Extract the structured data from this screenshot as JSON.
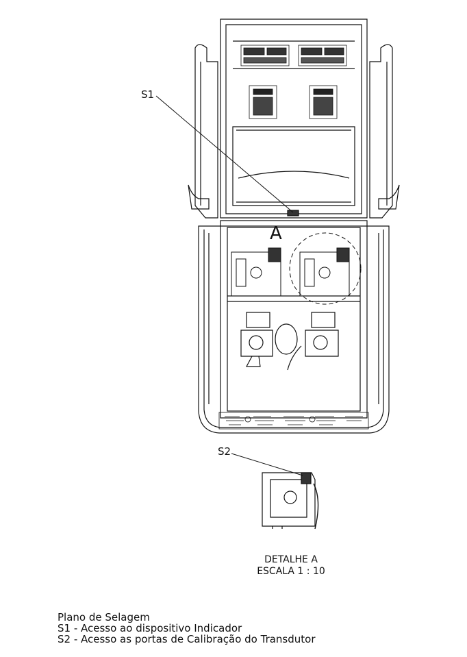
{
  "labels": {
    "s1": "S1",
    "s2": "S2",
    "detail_marker": "A"
  },
  "detail": {
    "title": "DETALHE A",
    "scale": "ESCALA 1 : 10"
  },
  "legend": {
    "title": "Plano de Selagem",
    "items": [
      "S1 - Acesso ao dispositivo Indicador",
      "S2 - Acesso as portas de Calibração do Transdutor"
    ]
  }
}
